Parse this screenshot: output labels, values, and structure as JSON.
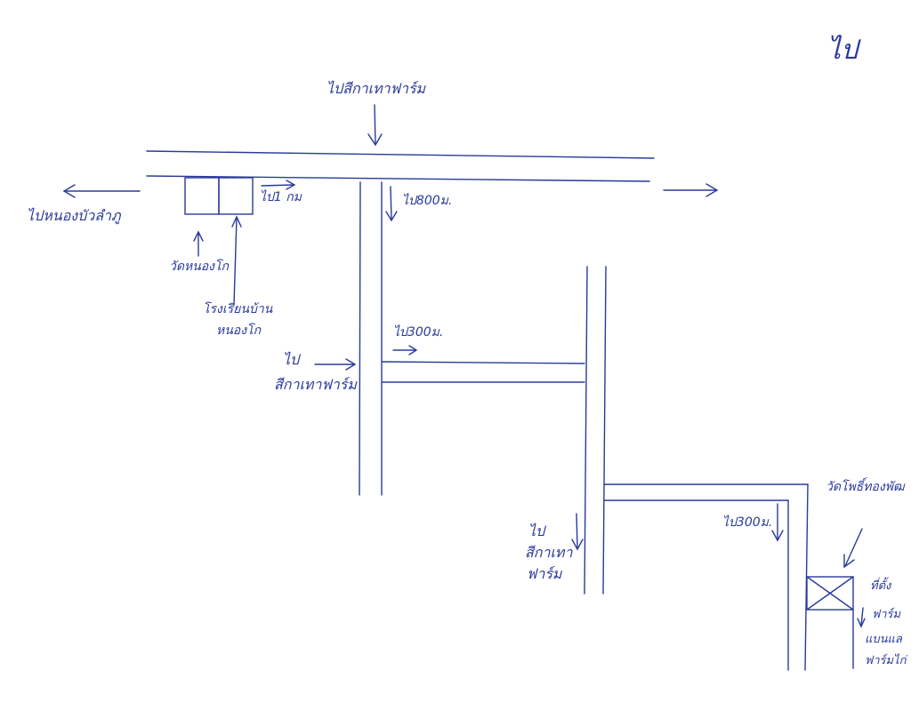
{
  "colors": {
    "ink": "#2a3a9a"
  },
  "signature": "ไป",
  "labels": {
    "to_sakao_farm_top": "ไปสีกาเทาฟาร์ม",
    "to_nong_bua_lamphu": "ไปหนองบัวลำภู",
    "to_1km": "ไป1 กม",
    "to_800m": "ไป800ม.",
    "wat_nong_kho": "วัดหนองโก",
    "school_line1": "โรงเรียนบ้าน",
    "school_line2": "หนองโก",
    "to_300m_mid": "ไป300ม.",
    "to_sakao_farm_left_line1": "ไป",
    "to_sakao_farm_left_line2": "สีกาเทาฟาร์ม",
    "to_sakao_farm_bottom_line1": "ไป",
    "to_sakao_farm_bottom_line2": "สีกาเทา",
    "to_sakao_farm_bottom_line3": "ฟาร์ม",
    "temple_right": "วัดโพธิ์ทองพัฒ",
    "to_300m_right": "ไป300ม.",
    "destination_line1": "ที่ตั้ง",
    "destination_line2": "ฟาร์ม",
    "destination_line3": "แบนแล",
    "destination_line4": "ฟาร์มไก่"
  }
}
